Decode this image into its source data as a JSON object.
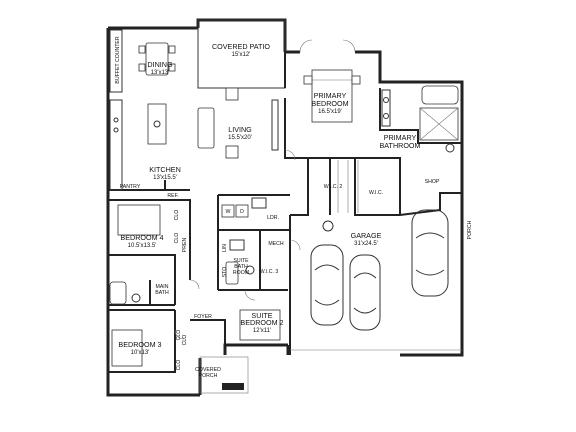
{
  "rooms": {
    "covered_patio": {
      "name": "COVERED PATIO",
      "dims": "15'x12'"
    },
    "dining": {
      "name": "DINING",
      "dims": "13'x13'"
    },
    "living": {
      "name": "LIVING",
      "dims": "15.5'x20'"
    },
    "kitchen": {
      "name": "KITCHEN",
      "dims": "13'x15.5'"
    },
    "primary_bedroom": {
      "name_line1": "PRIMARY",
      "name_line2": "BEDROOM",
      "dims": "16.5'x19'"
    },
    "primary_bathroom": {
      "name_line1": "PRIMARY",
      "name_line2": "BATHROOM"
    },
    "bedroom_4": {
      "name": "BEDROOM 4",
      "dims": "10.5'x13.5'"
    },
    "bedroom_3": {
      "name": "BEDROOM 3",
      "dims": "10'x13'"
    },
    "suite_bedroom_2": {
      "name_line1": "SUITE",
      "name_line2": "BEDROOM 2",
      "dims": "12'x11'"
    },
    "garage": {
      "name": "GARAGE",
      "dims": "31'x24.5'"
    },
    "shop": {
      "name": "SHOP"
    },
    "foyer": {
      "name": "FOYER"
    },
    "covered_porch": {
      "name_line1": "COVERED",
      "name_line2": "PORCH"
    },
    "main_bath": {
      "name_line1": "MAIN",
      "name_line2": "BATH"
    },
    "suite_bath": {
      "name_line1": "SUITE",
      "name_line2": "BATH",
      "name_line3": "ROOM"
    },
    "wic_2": {
      "name": "W.I.C. 2"
    },
    "wic_primary": {
      "name": "W.I.C."
    },
    "wic_3": {
      "name": "W.I.C. 3"
    },
    "pantry": {
      "name": "PANTRY"
    },
    "ref": {
      "name": "REF."
    },
    "ldr": {
      "name": "LDR."
    },
    "mech": {
      "name": "MECH"
    },
    "porch": {
      "name": "PORCH"
    }
  },
  "fixtures": {
    "buffet_counter": "BUFFET COUNTER",
    "washer": "W",
    "dryer": "D",
    "clo_bed4_a": "CLO",
    "clo_bed4_b": "CLO",
    "linen": "LIN",
    "sto": "STO",
    "clo_bed3_a": "CLO",
    "clo_bed3_b": "CLO",
    "clo_foyer": "CLO",
    "pren": "PREN"
  }
}
